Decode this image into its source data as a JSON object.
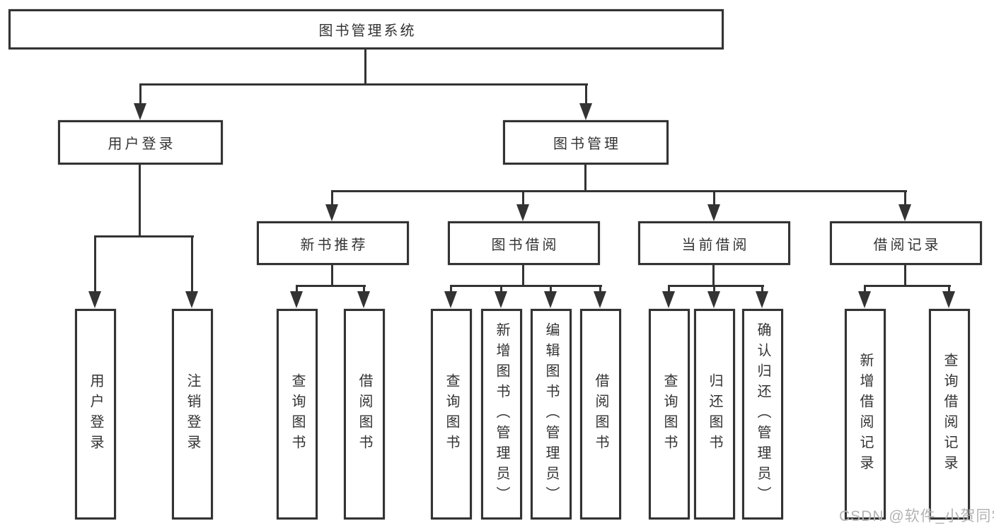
{
  "tree": {
    "label": "图书管理系统",
    "children": [
      {
        "label": "用户登录",
        "children": [
          {
            "label": "用户登录"
          },
          {
            "label": "注销登录"
          }
        ]
      },
      {
        "label": "图书管理",
        "children": [
          {
            "label": "新书推荐",
            "children": [
              {
                "label": "查询图书"
              },
              {
                "label": "借阅图书"
              }
            ]
          },
          {
            "label": "图书借阅",
            "children": [
              {
                "label": "查询图书"
              },
              {
                "label": "新增图书（管理员）"
              },
              {
                "label": "编辑图书（管理员）"
              },
              {
                "label": "借阅图书"
              }
            ]
          },
          {
            "label": "当前借阅",
            "children": [
              {
                "label": "查询图书"
              },
              {
                "label": "归还图书"
              },
              {
                "label": "确认归还（管理员）"
              }
            ]
          },
          {
            "label": "借阅记录",
            "children": [
              {
                "label": "新增借阅记录"
              },
              {
                "label": "查询借阅记录"
              }
            ]
          }
        ]
      }
    ]
  },
  "watermark": {
    "text": "CSDN @软件_小贺同学"
  },
  "colors": {
    "background": "#ffffff",
    "box_fill": "#ffffff",
    "box_border": "#333333",
    "line": "#333333",
    "text": "#333333",
    "watermark_text": "#b3b3b3"
  }
}
